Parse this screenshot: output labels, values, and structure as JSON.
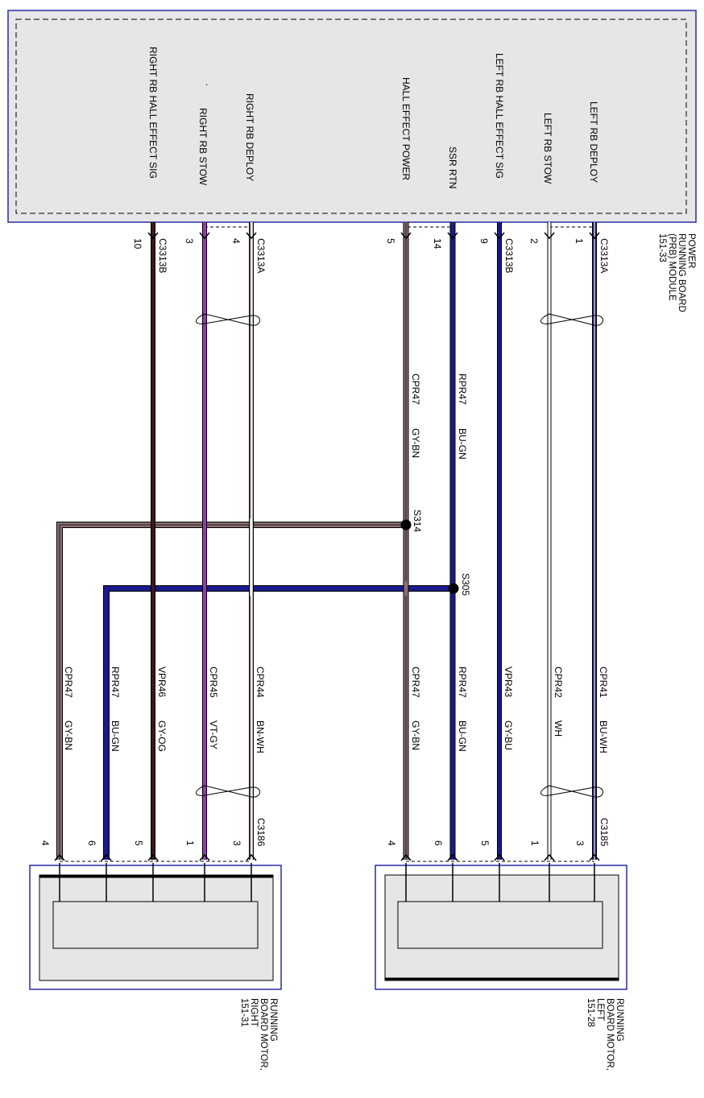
{
  "module": {
    "name_lines": [
      "POWER",
      "RUNNING BOARD",
      "(PRB) MODULE",
      "151-33"
    ],
    "pins": [
      {
        "label": "LEFT RB DEPLOY",
        "pin": "1",
        "connector": "C3313A"
      },
      {
        "label": "LEFT RB STOW",
        "pin": "2",
        "connector": ""
      },
      {
        "label": "LEFT RB HALL EFFECT SIG",
        "pin": "9",
        "connector": "C3313B"
      },
      {
        "label": "SSR RTN",
        "pin": "14",
        "connector": ""
      },
      {
        "label": "HALL EFFECT POWER",
        "pin": "5",
        "connector": ""
      },
      {
        "label": "RIGHT RB DEPLOY",
        "pin": "4",
        "connector": "C3313A"
      },
      {
        "label": "RIGHT RB STOW",
        "pin": "3",
        "connector": ""
      },
      {
        "label": "RIGHT RB HALL EFFECT SIG",
        "pin": "10",
        "connector": "C3313B"
      }
    ],
    "dot": "."
  },
  "upper_wires": [
    {
      "circuit": "RPR47",
      "color": "BU-GN"
    },
    {
      "circuit": "CPR47",
      "color": "GY-BN"
    }
  ],
  "splices": [
    {
      "id": "S314"
    },
    {
      "id": "S305"
    }
  ],
  "left_harness": {
    "wires": [
      {
        "circuit": "CPR41",
        "color": "BU-WH",
        "pin": "3"
      },
      {
        "circuit": "CPR42",
        "color": "WH",
        "pin": "1"
      },
      {
        "circuit": "VPR43",
        "color": "GY-BU",
        "pin": "5"
      },
      {
        "circuit": "RPR47",
        "color": "BU-GN",
        "pin": "6"
      },
      {
        "circuit": "CPR47",
        "color": "GY-BN",
        "pin": "4"
      }
    ],
    "connector": "C3185"
  },
  "right_harness": {
    "wires": [
      {
        "circuit": "CPR44",
        "color": "BN-WH",
        "pin": "3"
      },
      {
        "circuit": "CPR45",
        "color": "VT-GY",
        "pin": "1"
      },
      {
        "circuit": "VPR46",
        "color": "GY-OG",
        "pin": "5"
      },
      {
        "circuit": "RPR47",
        "color": "BU-GN",
        "pin": "6"
      },
      {
        "circuit": "CPR47",
        "color": "GY-BN",
        "pin": "4"
      }
    ],
    "connector": "C3186"
  },
  "motor_left": {
    "name_lines": [
      "RUNNING",
      "BOARD MOTOR,",
      "LEFT",
      "151-28"
    ]
  },
  "motor_right": {
    "name_lines": [
      "RUNNING",
      "BOARD MOTOR,",
      "RIGHT",
      "151-31"
    ]
  },
  "colors": {
    "frame": "#2a2aa8",
    "box_fill": "#e6e6e6",
    "blue": "#1a1a8c",
    "blue_wh": "#2828b8",
    "violet": "#a030c8",
    "brown": "#3a1818",
    "gray_bn": "#8a7070"
  }
}
